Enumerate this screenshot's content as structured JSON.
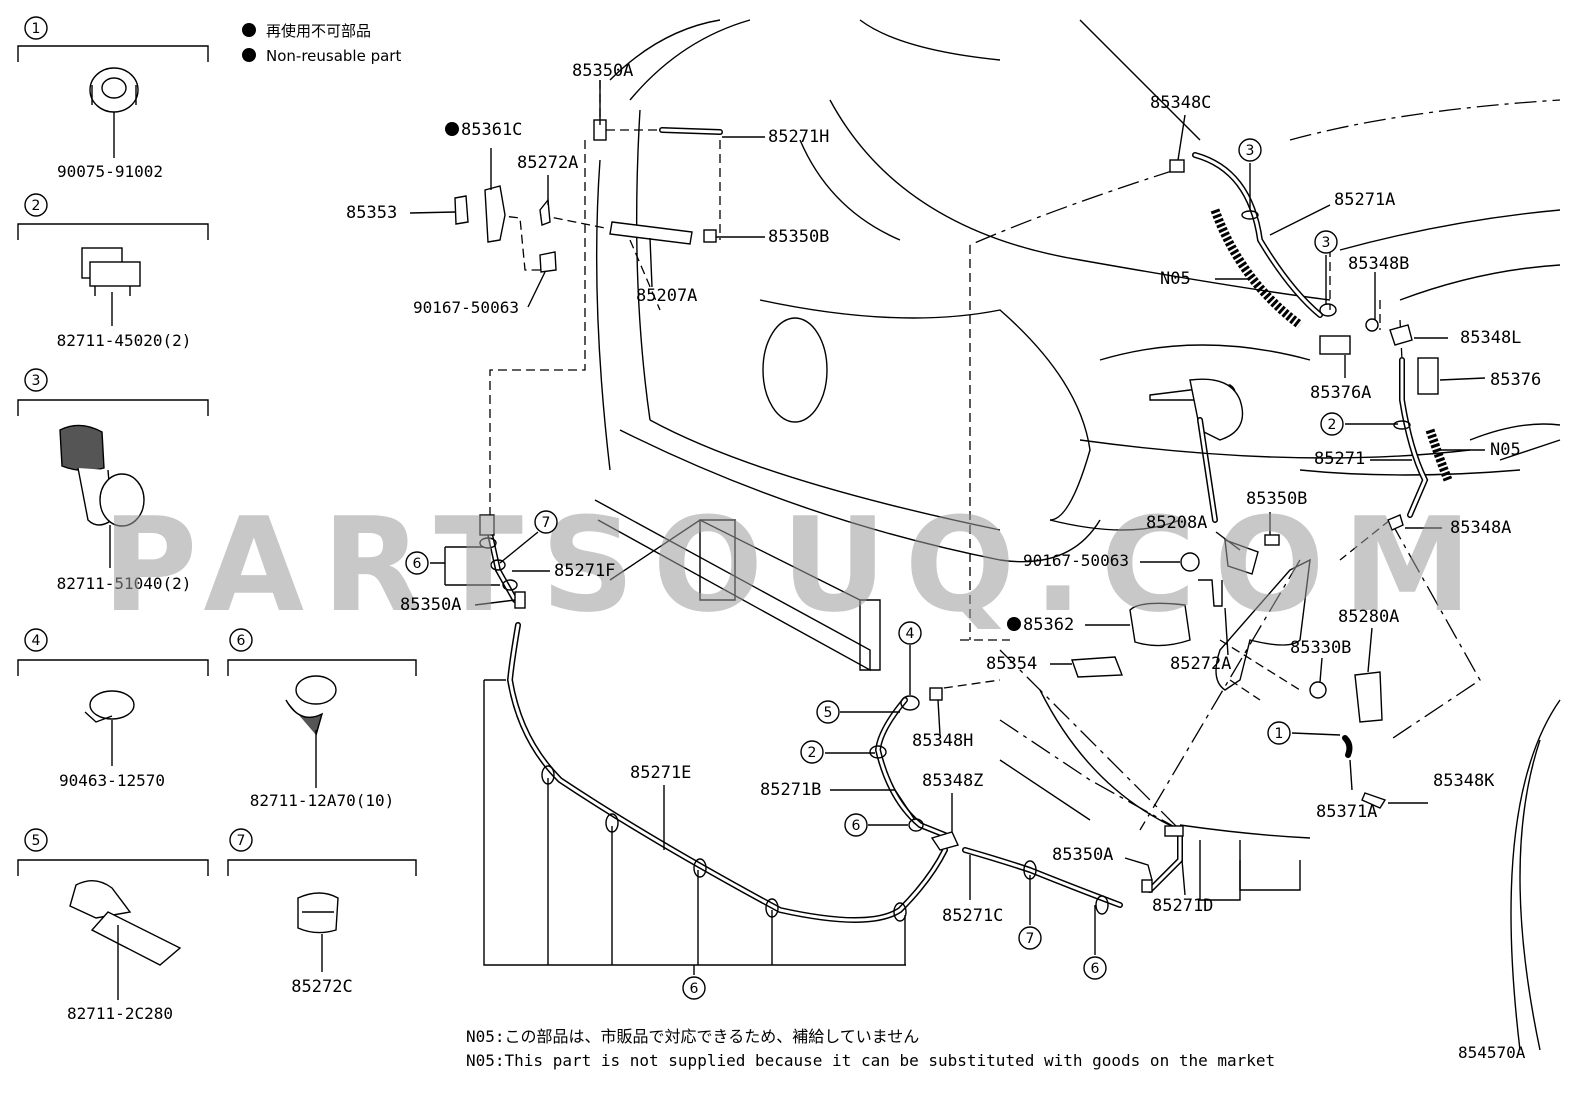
{
  "legend": {
    "jp": "再使用不可部品",
    "en": "Non-reusable part"
  },
  "insets": [
    {
      "num": "1",
      "part": "90075-91002"
    },
    {
      "num": "2",
      "part": "82711-45020(2)"
    },
    {
      "num": "3",
      "part": "82711-51040(2)"
    },
    {
      "num": "4",
      "part": "90463-12570"
    },
    {
      "num": "6",
      "part": "82711-12A70(10)"
    },
    {
      "num": "5",
      "part": "82711-2C280"
    },
    {
      "num": "7",
      "part": "85272C"
    }
  ],
  "labels": {
    "p85350A_top": "85350A",
    "p85361C": "85361C",
    "p85272A_top": "85272A",
    "p85271H": "85271H",
    "p85353": "85353",
    "p85350B_top": "85350B",
    "p90167_top": "90167-50063",
    "p85207A": "85207A",
    "p85271F": "85271F",
    "p85350A_left": "85350A",
    "p85271E": "85271E",
    "p85271B": "85271B",
    "p85348H": "85348H",
    "p85348Z": "85348Z",
    "p85271C": "85271C",
    "p85350A_bottom": "85350A",
    "p85271D": "85271D",
    "p85348C": "85348C",
    "p85271A": "85271A",
    "pN05_top": "N05",
    "p85348B": "85348B",
    "p85348L": "85348L",
    "p85376": "85376",
    "p85376A": "85376A",
    "p85271": "85271",
    "pN05_right": "N05",
    "p85350B_mid": "85350B",
    "p85208A": "85208A",
    "p85348A": "85348A",
    "p90167_mid": "90167-50063",
    "p85362": "85362",
    "p85280A": "85280A",
    "p85354": "85354",
    "p85272A_mid": "85272A",
    "p85330B": "85330B",
    "p85348K": "85348K",
    "p85371A": "85371A"
  },
  "callouts": [
    "6",
    "7",
    "4",
    "5",
    "2",
    "6",
    "6",
    "7",
    "6",
    "3",
    "3",
    "2",
    "1"
  ],
  "notes": {
    "jp": "N05:この部品は、市販品で対応できるため、補給していません",
    "en": "N05:This part is not supplied because it can be substituted with goods on the market"
  },
  "diagram_id": "854570A",
  "watermark": "PARTSOUQ.COM"
}
